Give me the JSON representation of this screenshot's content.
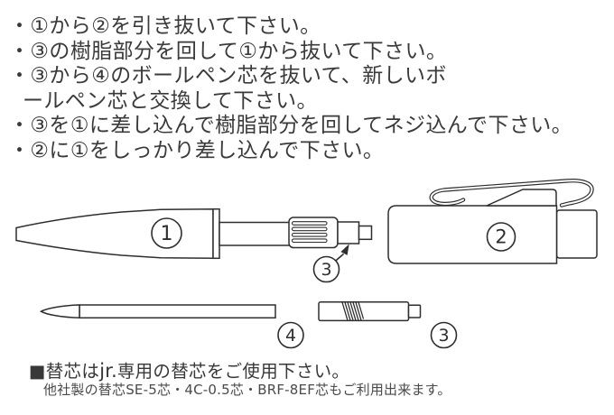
{
  "page": {
    "background_color": "#ffffff",
    "line_color": "#2e2e2e",
    "text_color": "#3a3a3a"
  },
  "instructions": {
    "lines": [
      {
        "text": "・①から②を引き抜いて下さい。",
        "indent": false
      },
      {
        "text": "・③の樹脂部分を回して①から抜いて下さい。",
        "indent": false
      },
      {
        "text": "・③から④のボールペン芯を抜いて、新しいボ",
        "indent": false
      },
      {
        "text": "ールペン芯と交換して下さい。",
        "indent": true
      },
      {
        "text": "・③を①に差し込んで樹脂部分を回してネジ込んで下さい。",
        "indent": false
      },
      {
        "text": "・②に①をしっかり差し込んで下さい。",
        "indent": false
      }
    ]
  },
  "diagram": {
    "part1_label": "1",
    "part2_label": "2",
    "part3_label": "3",
    "part4_label": "4"
  },
  "notes": {
    "note1_prefix": "■替芯は",
    "note1_brand": "jr.",
    "note1_suffix": "専用の替芯をご使用下さい。",
    "note2": "他社製の替芯SE-5芯・4C-0.5芯・BRF-8EF芯もご利用出来ます。"
  }
}
